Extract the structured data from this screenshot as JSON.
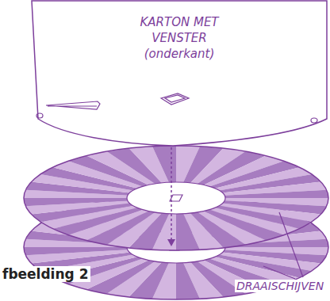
{
  "diagram": {
    "nodes": [
      {
        "text": [
          "KARTON MET VENSTER (onderkant)"
        ]
      }
    ],
    "labels": [
      "DRAAISCHIJVEN",
      "fbeelding 2"
    ]
  }
}
